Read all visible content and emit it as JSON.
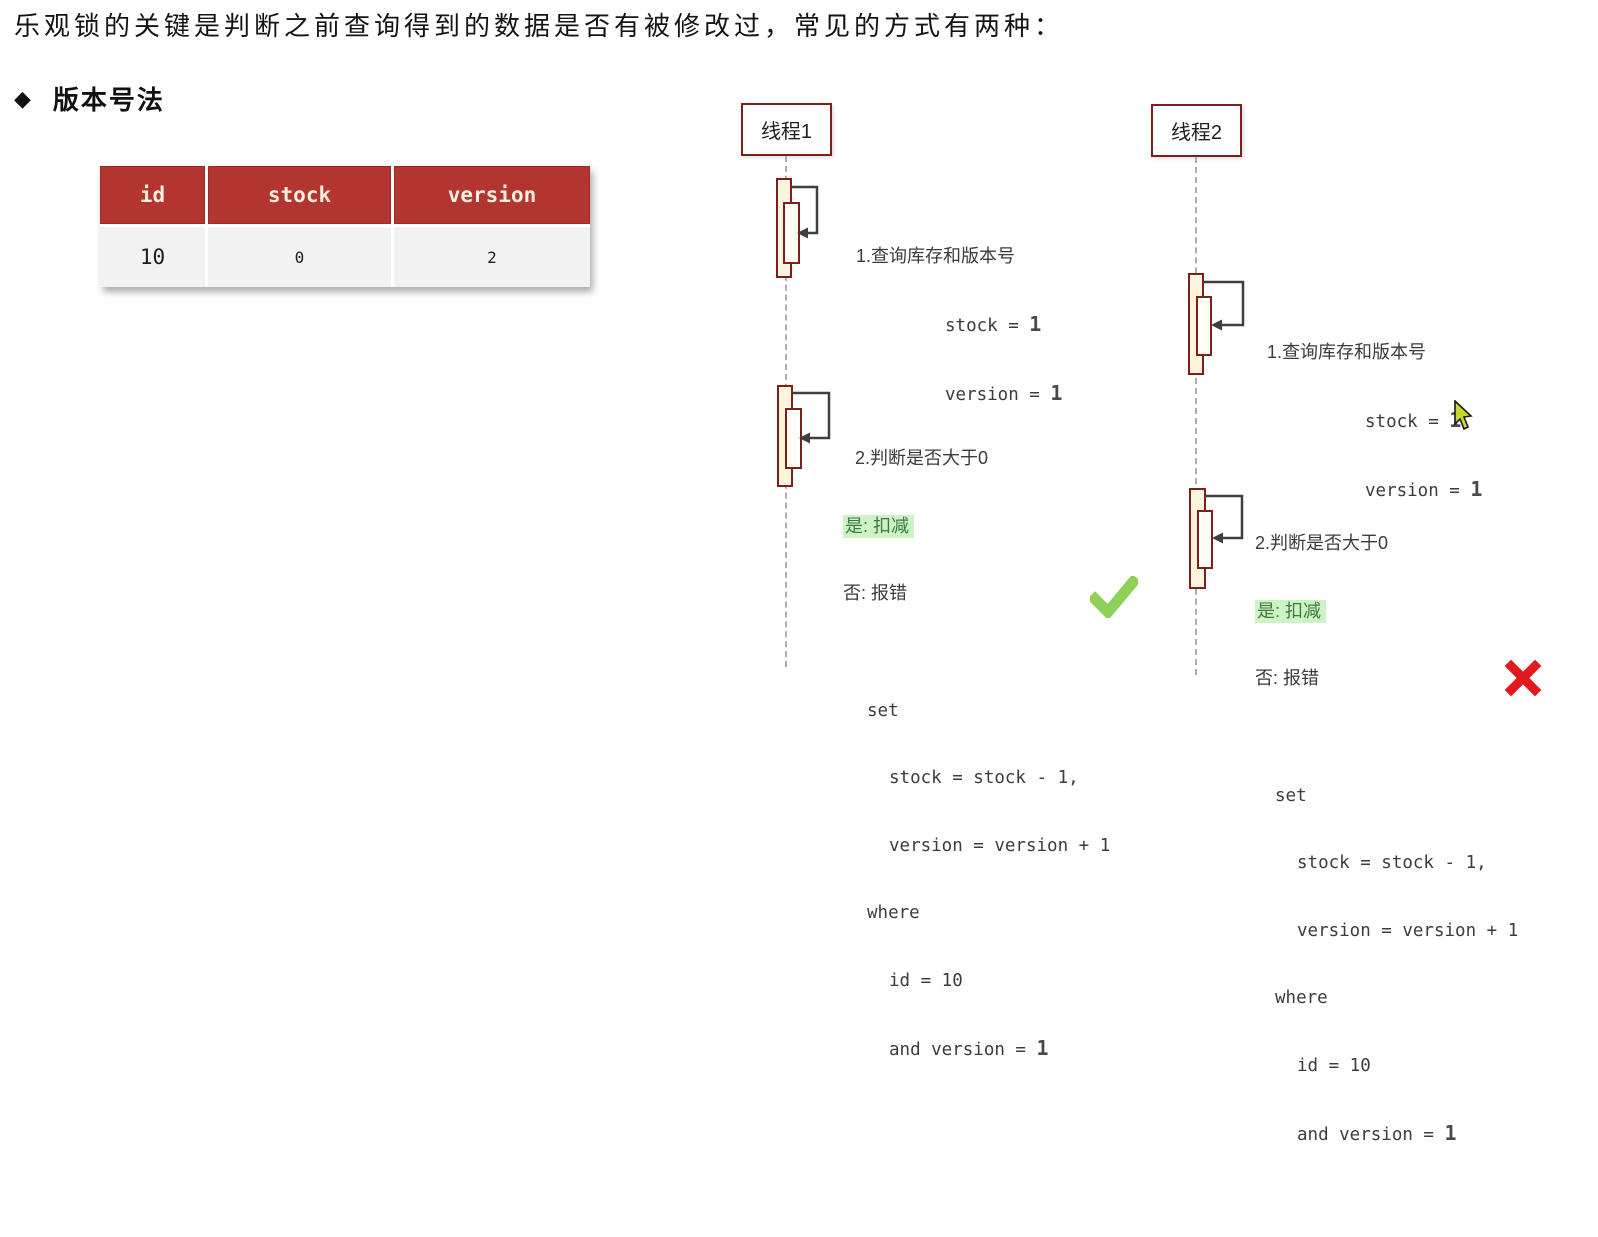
{
  "intro": "乐观锁的关键是判断之前查询得到的数据是否有被修改过，常见的方式有两种：",
  "section": {
    "bullet_icon": "◆",
    "title": "版本号法"
  },
  "table": {
    "headers": [
      "id",
      "stock",
      "version"
    ],
    "row": [
      "10",
      "0",
      "2"
    ],
    "header_bg": "#b23530",
    "row_bg": "#f2f2f2"
  },
  "threads": [
    {
      "label": "线程1",
      "step1": {
        "title": "1.查询库存和版本号",
        "stock_label": "stock = ",
        "stock_value": "1",
        "version_label": "version = ",
        "version_value": "1"
      },
      "step2": {
        "title": "2.判断是否大于0",
        "yes": "是: 扣减",
        "no": "否: 报错",
        "sql": {
          "set_kw": "set",
          "set_stock": "stock = stock - 1,",
          "set_version": "version = version + 1",
          "where_kw": "where",
          "where_id": "id = 10",
          "where_version_prefix": "and version = ",
          "where_version_value": "1"
        },
        "result": "success"
      }
    },
    {
      "label": "线程2",
      "step1": {
        "title": "1.查询库存和版本号",
        "stock_label": "stock = ",
        "stock_value": "1",
        "version_label": "version = ",
        "version_value": "1"
      },
      "step2": {
        "title": "2.判断是否大于0",
        "yes": "是: 扣减",
        "no": "否: 报错",
        "sql": {
          "set_kw": "set",
          "set_stock": "stock = stock - 1,",
          "set_version": "version = version + 1",
          "where_kw": "where",
          "where_id": "id = 10",
          "where_version_prefix": "and version = ",
          "where_version_value": "1"
        },
        "result": "failure"
      }
    }
  ],
  "icons": {
    "bullet": "diamond-icon",
    "self_call": "self-call-arrow-icon",
    "success": "check-icon",
    "failure": "cross-icon",
    "pointer": "mouse-cursor-icon"
  },
  "colors": {
    "table_header_red": "#b23530",
    "diagram_border_red": "#7d1f1c",
    "activation_cream": "#fcf5db",
    "highlight_green_bg": "#cdf2c5",
    "highlight_green_text": "#3d7a3d",
    "check_green": "#8ed058",
    "cross_red": "#e2191d",
    "lifeline_gray": "#aeaeae"
  }
}
